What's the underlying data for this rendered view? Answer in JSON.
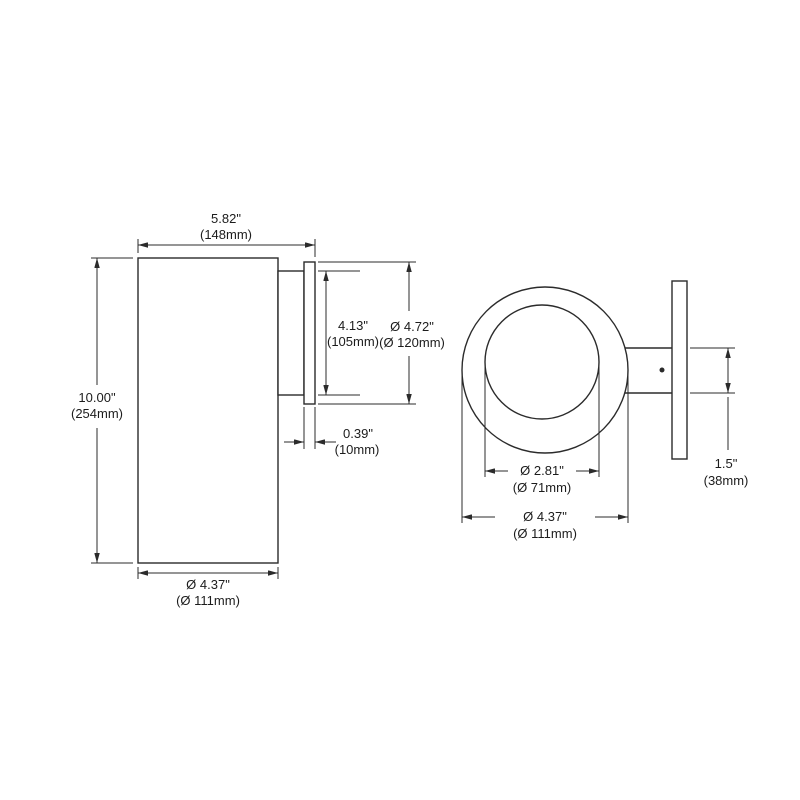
{
  "side_view": {
    "overall_width": {
      "in": "5.82\"",
      "mm": "(148mm)"
    },
    "overall_height": {
      "in": "10.00\"",
      "mm": "(254mm)"
    },
    "housing_height": {
      "in": "4.13\"",
      "mm": "(105mm)"
    },
    "backplate_diameter": {
      "in": "Ø 4.72\"",
      "mm": "(Ø 120mm)"
    },
    "backplate_thickness": {
      "in": "0.39\"",
      "mm": "(10mm)"
    },
    "body_diameter": {
      "in": "Ø 4.37\"",
      "mm": "(Ø 111mm)"
    }
  },
  "top_view": {
    "inner_diameter": {
      "in": "Ø 2.81\"",
      "mm": "(Ø 71mm)"
    },
    "outer_diameter": {
      "in": "Ø 4.37\"",
      "mm": "(Ø 111mm)"
    },
    "arm_width": {
      "in": "1.5\"",
      "mm": "(38mm)"
    }
  }
}
